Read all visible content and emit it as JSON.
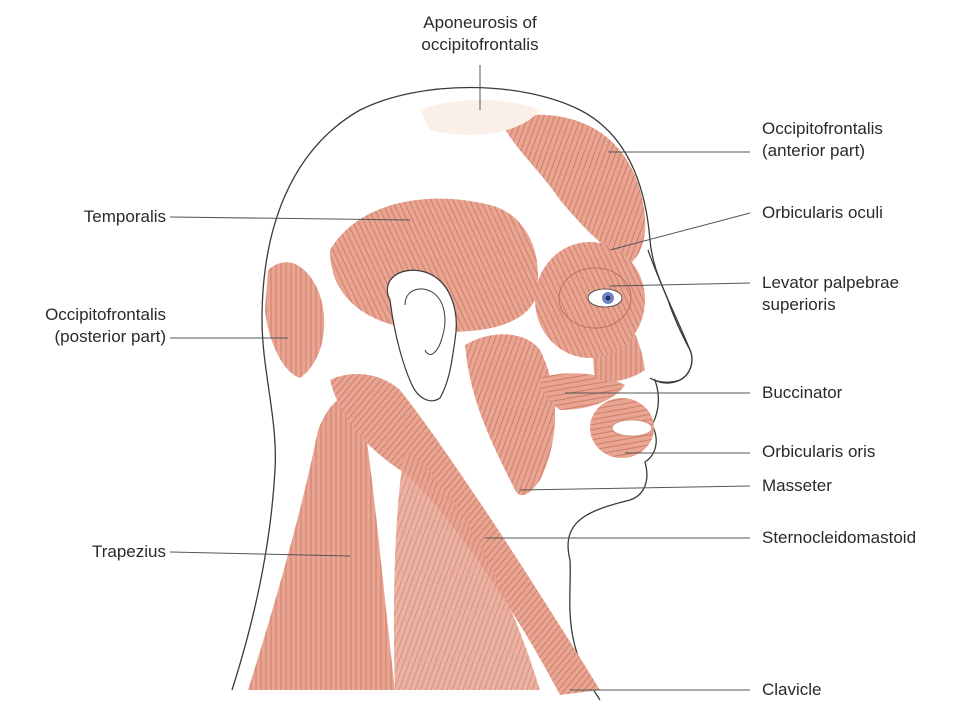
{
  "colors": {
    "muscle": "#e8a592",
    "muscle_stripe": "#cf7d6a",
    "skin": "#ffffff",
    "outline": "#3a3a3a",
    "leader": "#555555",
    "eye": "#6f84c8"
  },
  "labels": {
    "aponeurosis": {
      "line1": "Aponeurosis of",
      "line2": "occipitofrontalis"
    },
    "occipitofrontalis_anterior": {
      "line1": "Occipitofrontalis",
      "line2": "(anterior part)"
    },
    "temporalis": "Temporalis",
    "orbicularis_oculi": "Orbicularis oculi",
    "levator": {
      "line1": "Levator palpebrae",
      "line2": "superioris"
    },
    "occipitofrontalis_posterior": {
      "line1": "Occipitofrontalis",
      "line2": "(posterior part)"
    },
    "buccinator": "Buccinator",
    "orbicularis_oris": "Orbicularis oris",
    "masseter": "Masseter",
    "trapezius": "Trapezius",
    "sternocleidomastoid": "Sternocleidomastoid",
    "clavicle": "Clavicle"
  }
}
